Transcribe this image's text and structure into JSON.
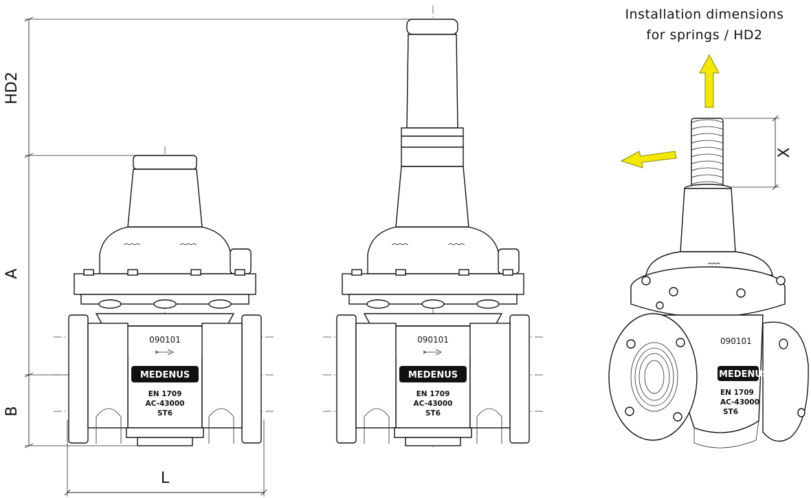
{
  "caption": {
    "line1": "Installation dimensions",
    "line2": "for springs / HD2"
  },
  "dimensions": {
    "hd2": "HD2",
    "a": "A",
    "b": "B",
    "l": "L",
    "x": "X"
  },
  "valve_markings": {
    "code": "090101",
    "brand": "MEDENUS",
    "standard": "EN 1709",
    "class": "AC-43000",
    "mark": "ST6"
  },
  "colors": {
    "arrow_fill": "#f2e800",
    "line": "#111111"
  },
  "icons": {
    "flow_arrow": "flow-direction-icon",
    "removal_up": "arrow-up-icon",
    "removal_left": "arrow-left-icon"
  }
}
